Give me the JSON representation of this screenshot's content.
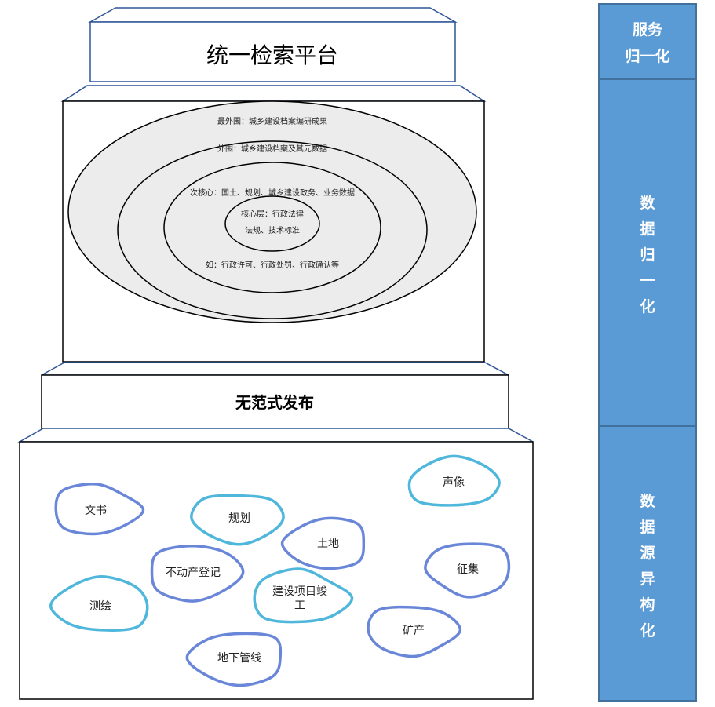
{
  "top_platform": {
    "title": "统一检索平台"
  },
  "core_diagram": {
    "rings": {
      "outermost": "最外围：城乡建设档案编研成果",
      "outer": "外围：城乡建设档案及其元数据",
      "sub_core": "次核心：国土、规划、城乡建设政务、业务数据",
      "sub_core_examples": "如：行政许可、行政处罚、行政确认等",
      "core_line1": "核心层：行政法律",
      "core_line2": "法规、技术标准"
    }
  },
  "publish_layer": {
    "title": "无范式发布"
  },
  "data_sources": {
    "bubbles": [
      {
        "label": "文书",
        "lines": [
          "文书"
        ]
      },
      {
        "label": "规划",
        "lines": [
          "规划"
        ]
      },
      {
        "label": "土地",
        "lines": [
          "土地"
        ]
      },
      {
        "label": "声像",
        "lines": [
          "声像"
        ]
      },
      {
        "label": "不动产登记",
        "lines": [
          "不动产登记"
        ]
      },
      {
        "label": "征集",
        "lines": [
          "征集"
        ]
      },
      {
        "label": "测绘",
        "lines": [
          "测绘"
        ]
      },
      {
        "label": "建设项目竣工",
        "lines": [
          "建设项目竣",
          "工"
        ]
      },
      {
        "label": "矿产",
        "lines": [
          "矿产"
        ]
      },
      {
        "label": "地下管线",
        "lines": [
          "地下管线"
        ]
      }
    ]
  },
  "side_labels": {
    "service": [
      "服务",
      "归一化"
    ],
    "data_unify": [
      "数",
      "据",
      "归",
      "一",
      "化"
    ],
    "data_hetero": [
      "数",
      "据",
      "源",
      "异",
      "构",
      "化"
    ]
  },
  "colors": {
    "side_fill": "#5b9bd5",
    "side_stroke": "#41719c",
    "tier_stroke": "#2f5597",
    "ring_fill": "#ececec",
    "bubble_dark": "#6a86d8",
    "bubble_light": "#4fb6dc"
  }
}
